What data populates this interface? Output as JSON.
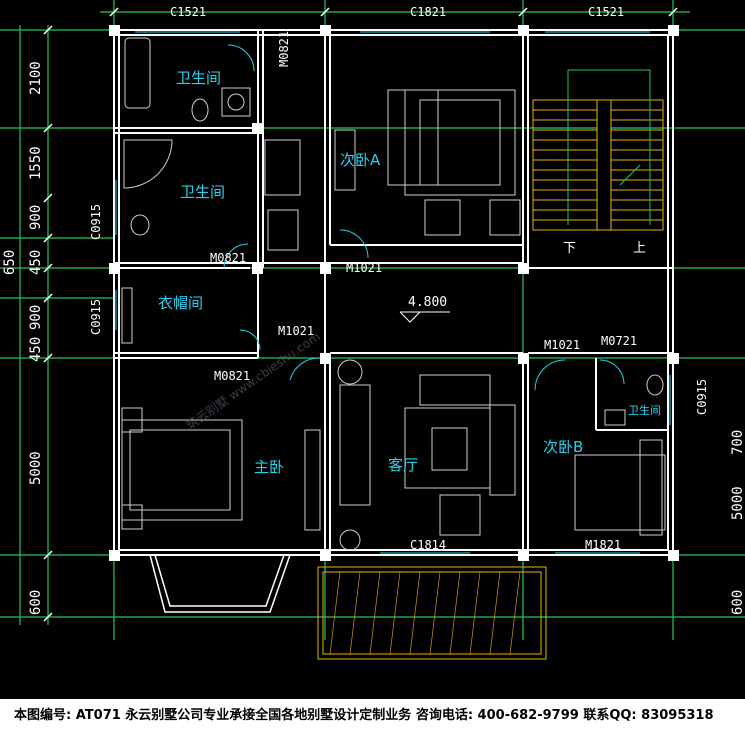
{
  "colors": {
    "wall": "#ffffff",
    "furniture": "#cfcfcf",
    "grid": "#22c55e",
    "axis": "#22c55e",
    "label": "#22d3ee",
    "stair": "#eab308",
    "balcony": "#eab308",
    "door": "#22d3ee",
    "watermark": "#6b7280"
  },
  "top_windows": [
    "C1521",
    "C1821",
    "C1521"
  ],
  "rooms": {
    "bath1": "卫生间",
    "bath2": "卫生间",
    "closet": "衣帽间",
    "bedroom_a": "次卧A",
    "master": "主卧",
    "living": "客厅",
    "bedroom_b": "次卧B",
    "bath_small": "卫生间"
  },
  "doors": {
    "m0821_top": "M0821",
    "m0821_mid": "M0821",
    "m0821_low": "M0821",
    "m1021_a": "M1021",
    "m1021_b": "M1021",
    "m1021_c": "M1021",
    "m0721": "M0721",
    "m1821": "M1821",
    "c1814": "C1814"
  },
  "side_windows": {
    "c0915_a": "C0915",
    "c0915_b": "C0915",
    "c0915_c": "C0915"
  },
  "stairs": {
    "down": "下",
    "up": "上"
  },
  "elevation": "4.800",
  "dimensions_left": [
    "2100",
    "1550",
    "900",
    "650",
    "450",
    "900",
    "450",
    "5000",
    "600"
  ],
  "dimensions_right": [
    "700",
    "5000",
    "600"
  ],
  "watermark": "筑云别墅 www.cbieshu.com",
  "footer_text": "本图编号: AT071  永云别墅公司专业承接全国各地别墅设计定制业务  咨询电话: 400-682-9799  联系QQ: 83095318"
}
